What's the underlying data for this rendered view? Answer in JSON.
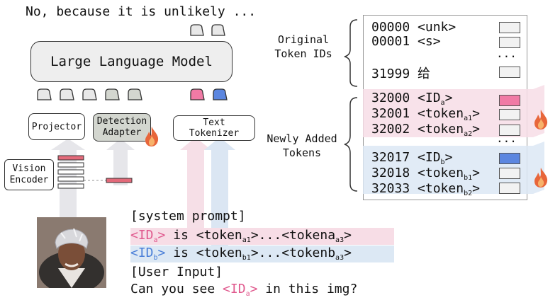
{
  "output_text": "No, because it is unlikely ...",
  "llm_label": "Large Language Model",
  "projector_label": "Projector",
  "detection_adapter_label": [
    "Detection",
    "Adapter"
  ],
  "text_tokenizer_label": [
    "Text",
    "Tokenizer"
  ],
  "vision_encoder_label": [
    "Vision",
    "Encoder"
  ],
  "original_ids_label": [
    "Original",
    "Token IDs"
  ],
  "new_tokens_label": [
    "Newly Added",
    "Tokens"
  ],
  "ellipsis": "...",
  "token_table": {
    "original": [
      {
        "id": "00000",
        "tok": "<unk>"
      },
      {
        "id": "00001",
        "tok": "<s>"
      },
      {
        "id": "31999",
        "tok": "给"
      }
    ],
    "group_a": [
      {
        "id": "32000",
        "base": "<ID",
        "sub": "a",
        "end": ">"
      },
      {
        "id": "32001",
        "base": "<token",
        "sub": "a1",
        "end": ">"
      },
      {
        "id": "32002",
        "base": "<token",
        "sub": "a2",
        "end": ">"
      }
    ],
    "group_b": [
      {
        "id": "32017",
        "base": "<ID",
        "sub": "b",
        "end": ">"
      },
      {
        "id": "32018",
        "base": "<token",
        "sub": "b1",
        "end": ">"
      },
      {
        "id": "32033",
        "base": "<token",
        "sub": "b2",
        "end": ">"
      }
    ]
  },
  "prompt": {
    "system_header": "[system prompt]",
    "line_a": {
      "id_base": "<ID",
      "id_sub": "a",
      "id_end": ">",
      "is": " is ",
      "t1": "<token",
      "t1_sub": "a1",
      "t1_end": ">",
      "dots": "...",
      "t2": "<tokena",
      "t2_sub": "a3",
      "t2_end": ">"
    },
    "line_b": {
      "id_base": "<ID",
      "id_sub": "b",
      "id_end": ">",
      "is": " is ",
      "t1": "<token",
      "t1_sub": "b1",
      "t1_end": ">",
      "dots": "...",
      "t2": "<tokenb",
      "t2_sub": "a3",
      "t2_end": ">"
    },
    "user_header": "[User Input]",
    "question_pre": "Can you see ",
    "question_id_base": "<ID",
    "question_id_sub": "a",
    "question_id_end": ">",
    "question_post": " in this img?"
  },
  "colors": {
    "pink": "#e05a8e",
    "blue": "#4a7fd8",
    "pink_bg": "#f7dde6",
    "blue_bg": "#dce8f4",
    "flame": "#e8663a"
  }
}
